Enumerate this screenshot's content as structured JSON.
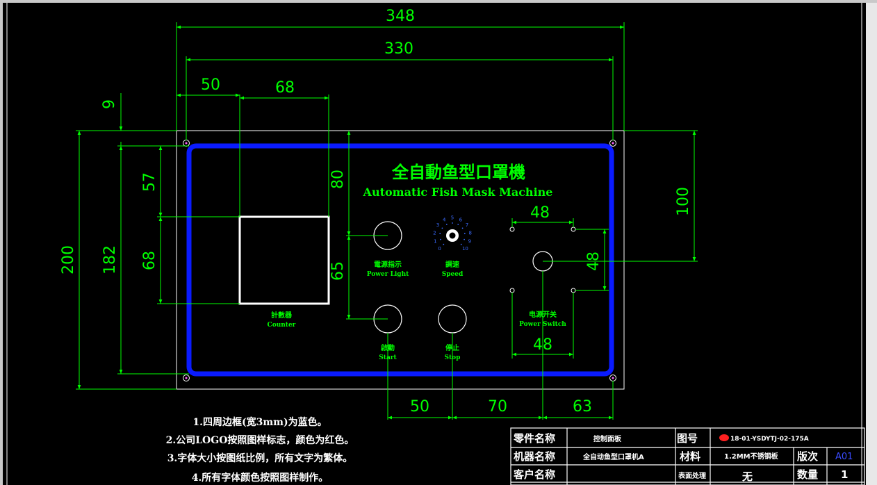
{
  "dimensions": {
    "d348": "348",
    "d330": "330",
    "d50_top": "50",
    "d68_top": "68",
    "d9": "9",
    "d200": "200",
    "d182": "182",
    "d57": "57",
    "d68_left": "68",
    "d80": "80",
    "d65": "65",
    "d100": "100",
    "d48_top": "48",
    "d48_right": "48",
    "d48_bottom": "48",
    "d50_bottom": "50",
    "d70": "70",
    "d63": "63"
  },
  "panel": {
    "title_cn": "全自動鱼型口罩機",
    "title_en": "Automatic Fish Mask Machine",
    "counter_cn": "計數器",
    "counter_en": "Counter",
    "power_light_cn": "電源指示",
    "power_light_en": "Power Light",
    "speed_cn": "調速",
    "speed_en": "Speed",
    "power_switch_cn": "电源开关",
    "power_switch_en": "Power Switch",
    "start_cn": "啟動",
    "start_en": "Start",
    "stop_cn": "停止",
    "stop_en": "Stop",
    "knob_scale": [
      "0",
      "1",
      "2",
      "3",
      "4",
      "5",
      "6",
      "7",
      "8",
      "9",
      "10"
    ]
  },
  "notes": [
    "1.四周边框(宽3mm)为蓝色。",
    "2.公司LOGO按照图样标志，颜色为红色。",
    "3.字体大小按图纸比例，所有文字为繁体。",
    "4.所有字体颜色按照图样制作。"
  ],
  "title_block": {
    "part_name_label": "零件名称",
    "part_name_value": "控制面板",
    "drawing_no_label": "图号",
    "drawing_no_value": "18-01-YSDYTJ-02-175A",
    "machine_name_label": "机器名称",
    "machine_name_value": "全自动鱼型口罩机A",
    "material_label": "材料",
    "material_value": "1.2MM不锈钢板",
    "revision_label": "版次",
    "revision_value": "A01",
    "customer_label": "客户名称",
    "surface_label": "表面处理",
    "surface_value": "无",
    "quantity_label": "数量",
    "quantity_value": "1"
  },
  "colors": {
    "border_blue": "#0a1bff",
    "dim_green": "#00ff00",
    "logo_red": "#ff2020",
    "revision_blue": "#3a4bff"
  }
}
